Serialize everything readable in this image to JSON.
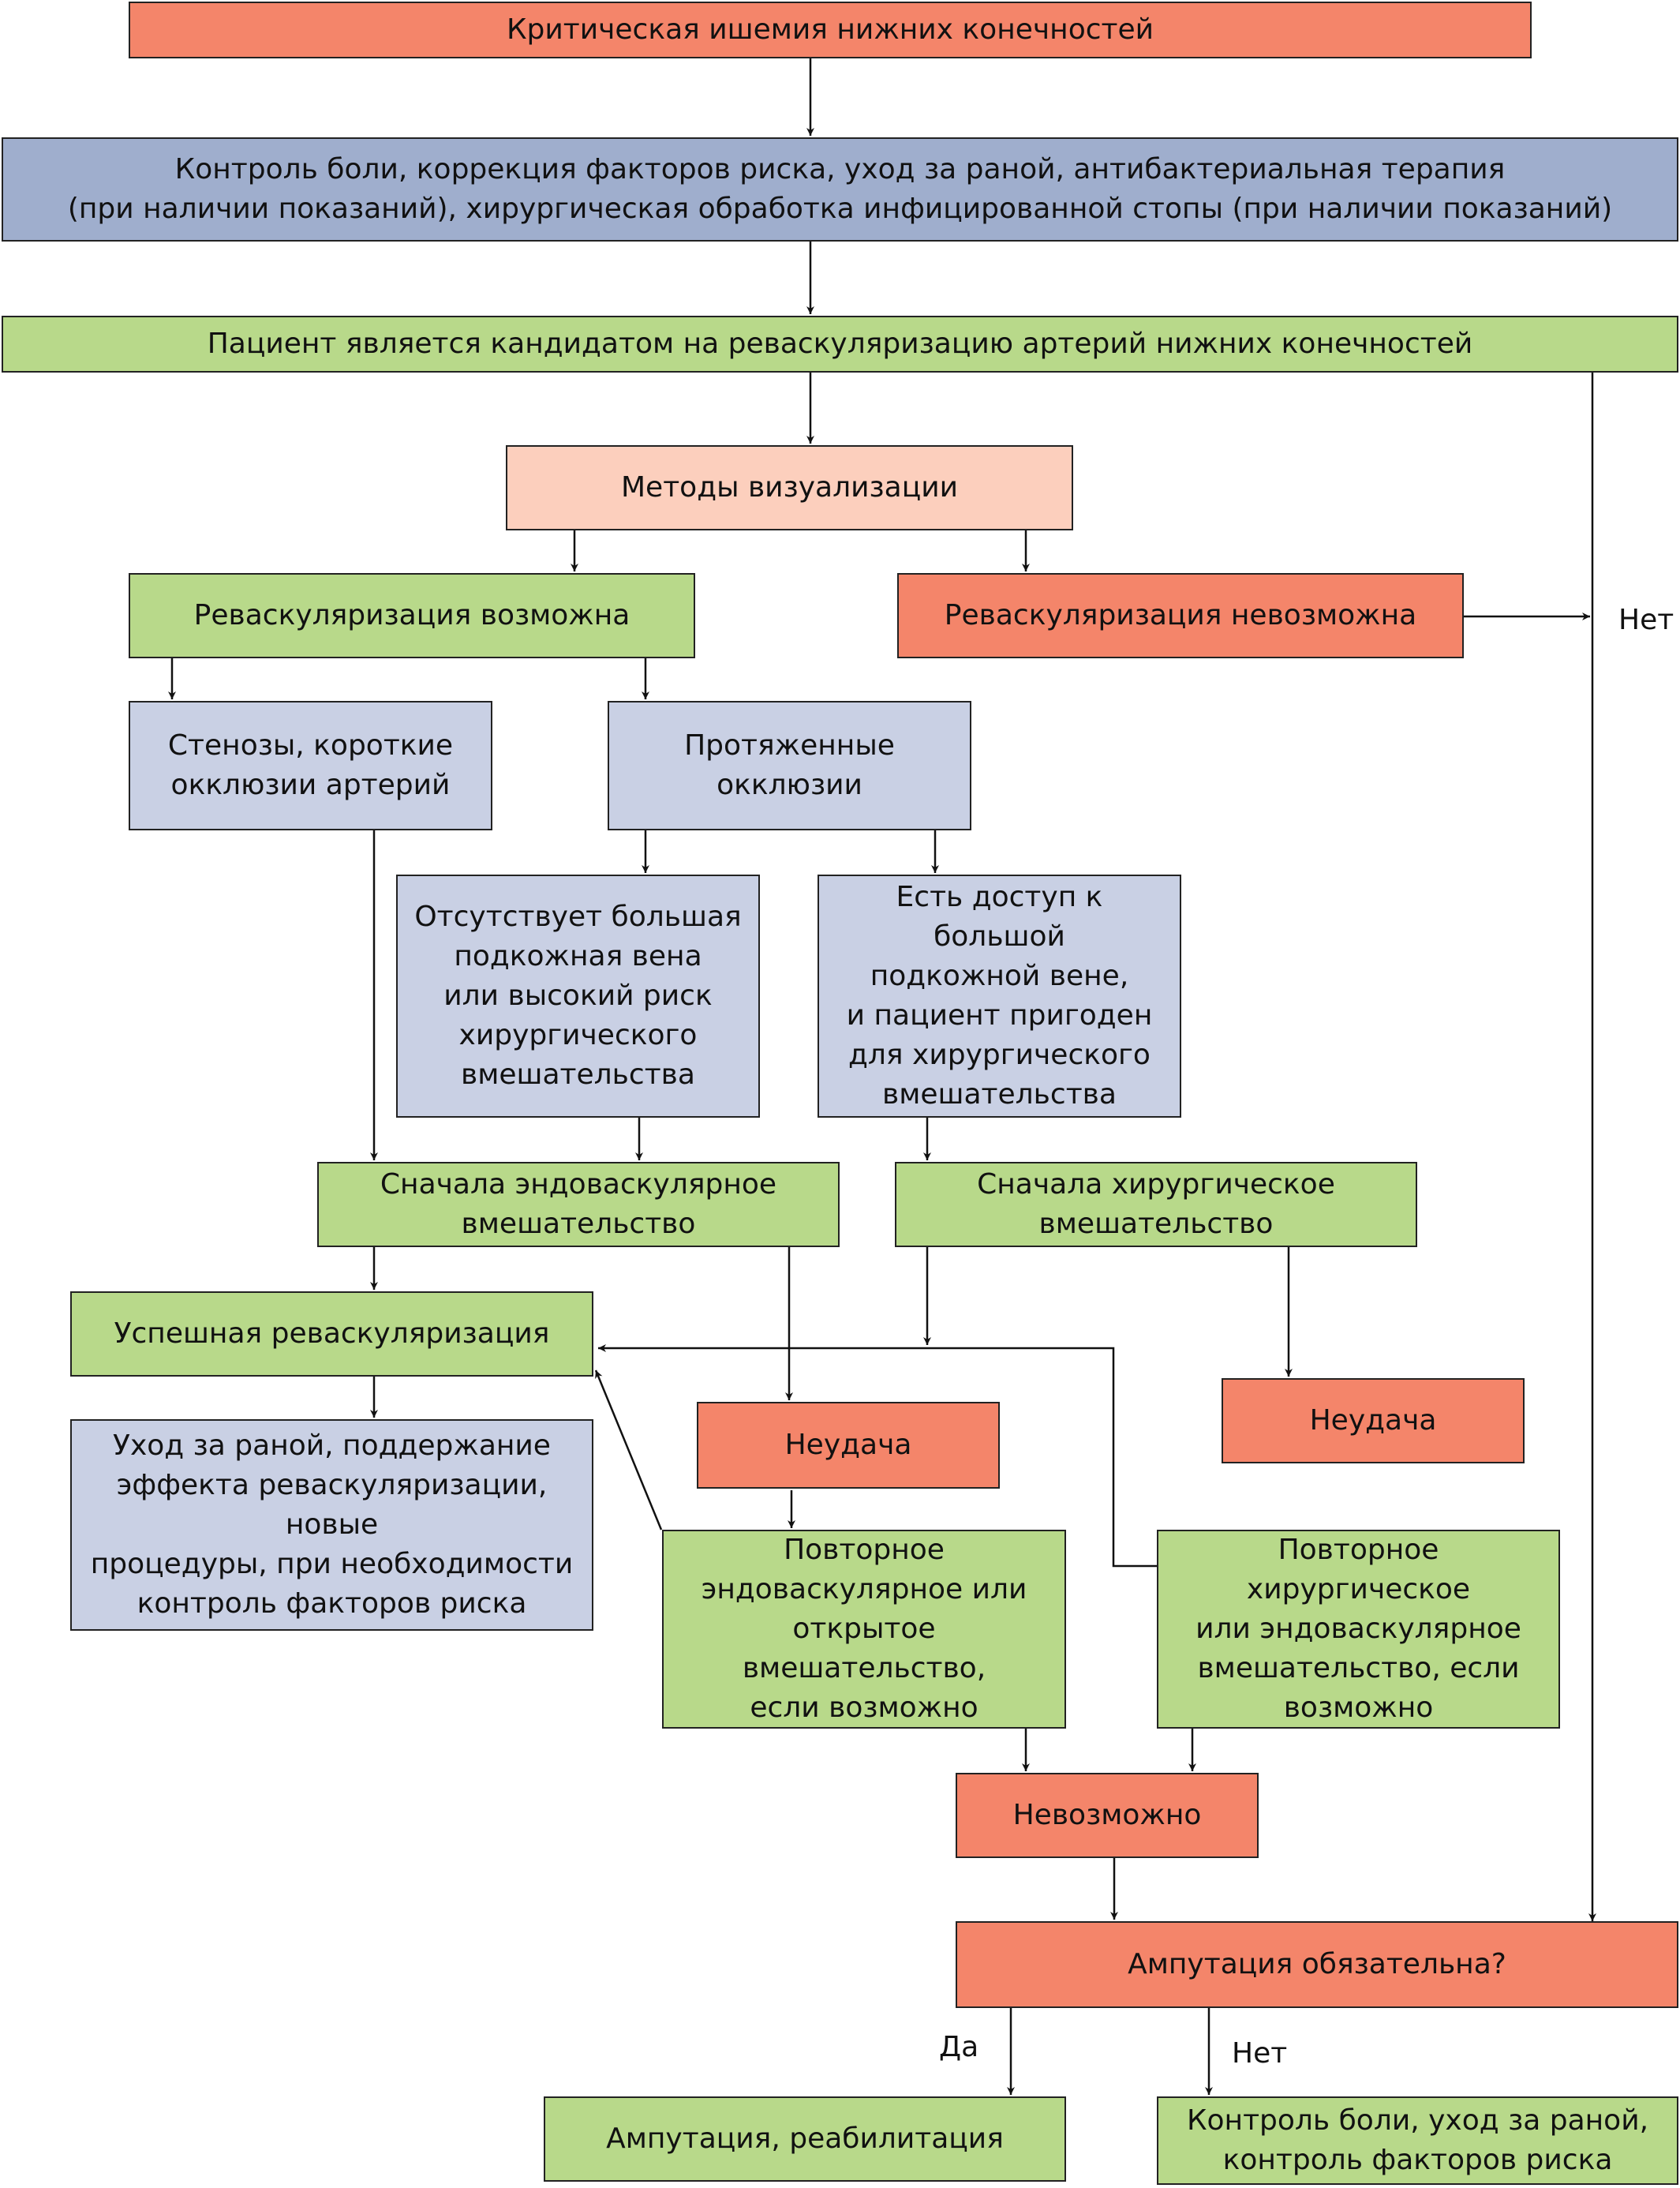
{
  "boxes": {
    "b1": "Критическая ишемия нижних конечностей",
    "b2": "Контроль боли, коррекция факторов риска, уход за раной, антибактериальная терапия\n(при наличии показаний), хирургическая обработка инфицированной стопы (при наличии показаний)",
    "b3": "Пациент является кандидатом на реваскуляризацию артерий нижних конечностей",
    "b4": "Методы визуализации",
    "b5": "Реваскуляризация возможна",
    "b6": "Реваскуляризация невозможна",
    "b7": "Стенозы, короткие\nокклюзии артерий",
    "b8": "Протяженные\nокклюзии",
    "b9": "Отсутствует большая\nподкожная вена\nили высокий риск\nхирургического\nвмешательства",
    "b10": "Есть доступ к большой\nподкожной вене,\nи пациент пригоден\nдля хирургического\nвмешательства",
    "b11": "Сначала эндоваскулярное\nвмешательство",
    "b12": "Сначала хирургическое\nвмешательство",
    "b13": "Успешная реваскуляризация",
    "b14": "Уход за раной, поддержание\nэффекта реваскуляризации, новые\nпроцедуры, при необходимости\nконтроль факторов риска",
    "b15": "Неудача",
    "b16": "Неудача",
    "b17": "Повторное\nэндоваскулярное или\nоткрытое вмешательство,\nесли возможно",
    "b18": "Повторное хирургическое\nили эндоваскулярное\nвмешательство, если\nвозможно",
    "b19": "Невозможно",
    "b20": "Ампутация обязательна?",
    "b21": "Ампутация, реабилитация",
    "b22": "Контроль боли, уход за раной,\nконтроль факторов риска"
  },
  "labels": {
    "no_right": "Нет",
    "yes": "Да",
    "no_bottom": "Нет"
  },
  "colors": {
    "red": "#f4856a",
    "blue": "#9faecd",
    "green": "#b8d98a",
    "peach": "#fccfbd",
    "light_blue": "#c9d0e4"
  }
}
